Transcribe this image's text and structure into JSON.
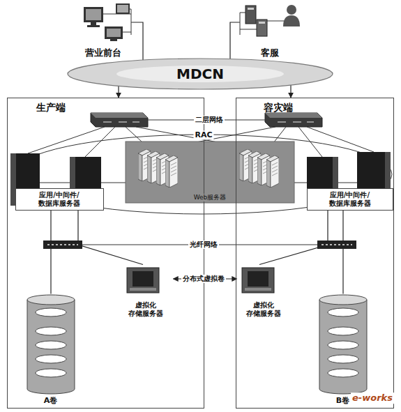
{
  "diagram": {
    "nodes": [
      {
        "text": [
          "营业前台"
        ]
      },
      {
        "text": [
          "客服"
        ]
      },
      {
        "text": [
          "MDCN"
        ]
      },
      {
        "text": [
          "生产端"
        ]
      },
      {
        "text": [
          "容灾端"
        ]
      },
      {
        "text": [
          "Web服务器"
        ]
      },
      {
        "text": [
          "应用/中间件/ 数据库服务器"
        ],
        "in": 3
      },
      {
        "text": [
          "应用/中间件/ 数据库服务器"
        ],
        "in": 4
      },
      {
        "text": [
          "虚拟化 存储服务器"
        ],
        "in": 3
      },
      {
        "text": [
          "虚拟化 存储服务器"
        ],
        "in": 4
      },
      {
        "text": [
          "A卷"
        ],
        "in": 3
      },
      {
        "text": [
          "B卷"
        ],
        "in": 4
      }
    ],
    "edges": [
      {
        "from": 0,
        "to": 2,
        "arrow": "none"
      },
      {
        "from": 1,
        "to": 2,
        "arrow": "none"
      },
      {
        "from": 2,
        "to": 3,
        "arrow": "to"
      },
      {
        "from": 2,
        "to": 4,
        "arrow": "to"
      },
      {
        "from": 6,
        "to": 10,
        "arrow": "none"
      },
      {
        "from": 6,
        "to": 8,
        "arrow": "none"
      },
      {
        "from": 7,
        "to": 11,
        "arrow": "none"
      },
      {
        "from": 7,
        "to": 9,
        "arrow": "none"
      },
      {
        "from": 8,
        "to": 9,
        "label": "分布式虚拟卷",
        "arrow": "both"
      }
    ],
    "labels": [
      "二层网络",
      "RAC",
      "光纤网络",
      "e-works"
    ]
  }
}
